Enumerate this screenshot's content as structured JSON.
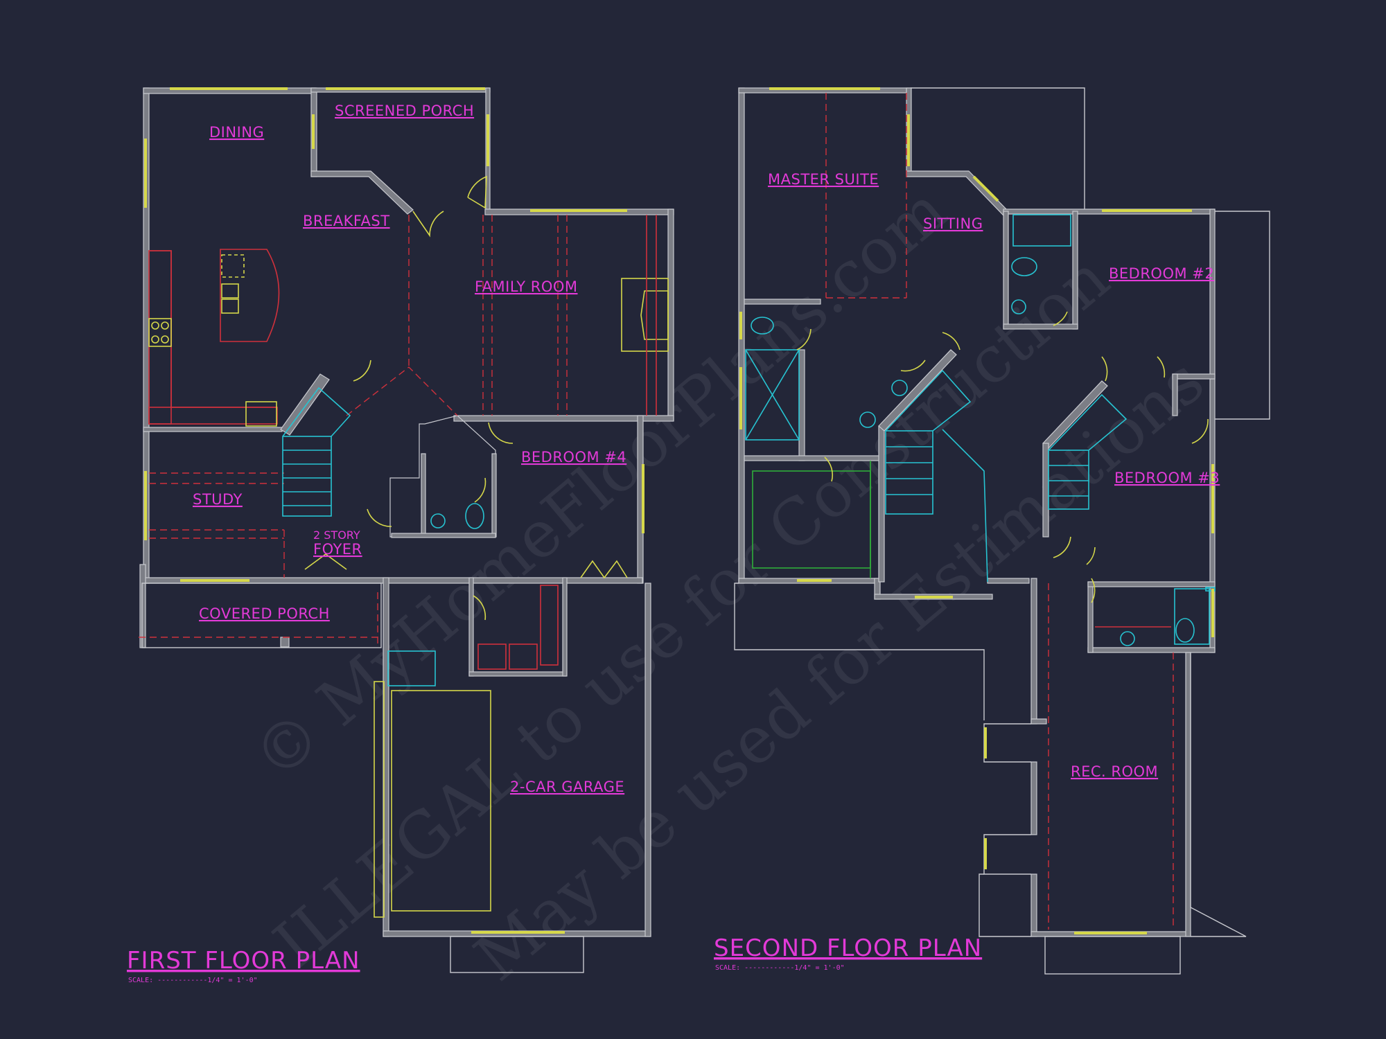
{
  "first_floor": {
    "title": "FIRST FLOOR PLAN",
    "scale": "SCALE: ------------1/4\" = 1'-0\"",
    "rooms": {
      "dining": "DINING",
      "screened_porch": "SCREENED PORCH",
      "breakfast": "BREAKFAST",
      "family_room": "FAMILY ROOM",
      "bedroom4": "BEDROOM #4",
      "study": "STUDY",
      "foyer_note": "2 STORY",
      "foyer": "FOYER",
      "covered_porch": "COVERED PORCH",
      "garage": "2-CAR GARAGE"
    }
  },
  "second_floor": {
    "title": "SECOND FLOOR PLAN",
    "scale": "SCALE: ------------1/4\" = 1'-0\"",
    "rooms": {
      "master_suite": "MASTER SUITE",
      "sitting": "SITTING",
      "bedroom2": "BEDROOM #2",
      "bedroom3": "BEDROOM #3",
      "rec_room": "REC. ROOM"
    }
  },
  "watermark": {
    "line1": "© MyHomeFloorPlans.com",
    "line2": "ILLEGAL to use for Construction",
    "line3": "May be used for Estimations"
  },
  "colors": {
    "background": "#232638",
    "wall": "#7c7e86",
    "label": "#e33ad8",
    "window": "#d6d84a",
    "plumbing": "#27c4d2",
    "ceiling": "#d0313c",
    "casework": "#2fae3a"
  }
}
